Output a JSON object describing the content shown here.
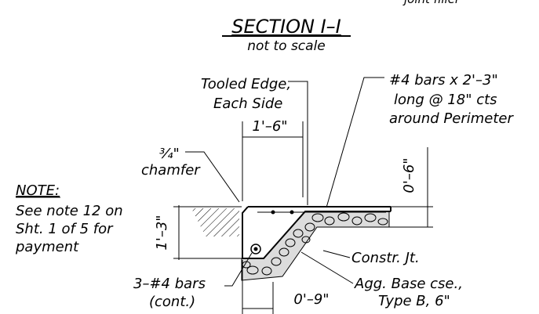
{
  "top_fragment": "joint filler",
  "section": {
    "title": "SECTION I–I",
    "subtitle": "not to scale"
  },
  "labels": {
    "tooled_edge_1": "Tooled Edge,",
    "tooled_edge_2": "Each Side",
    "bars_1": "#4 bars x 2'–3\"",
    "bars_2": "long @ 18\" cts",
    "bars_3": "around Perimeter",
    "chamfer_1": "¾\"",
    "chamfer_2": "chamfer",
    "constr_jt": "Constr. Jt.",
    "agg_1": "Agg. Base cse.,",
    "agg_2": "Type B, 6\"",
    "bars3_1": "3–#4 bars",
    "bars3_2": "(cont.)"
  },
  "note": {
    "heading": "NOTE:",
    "line1": "See note 12 on",
    "line2": "Sht. 1 of 5 for",
    "line3": "payment"
  },
  "dimensions": {
    "width_top": "1'–6\"",
    "depth_slab": "0'–6\"",
    "depth_curb": "1'–3\"",
    "width_bottom": "0'–9\""
  }
}
